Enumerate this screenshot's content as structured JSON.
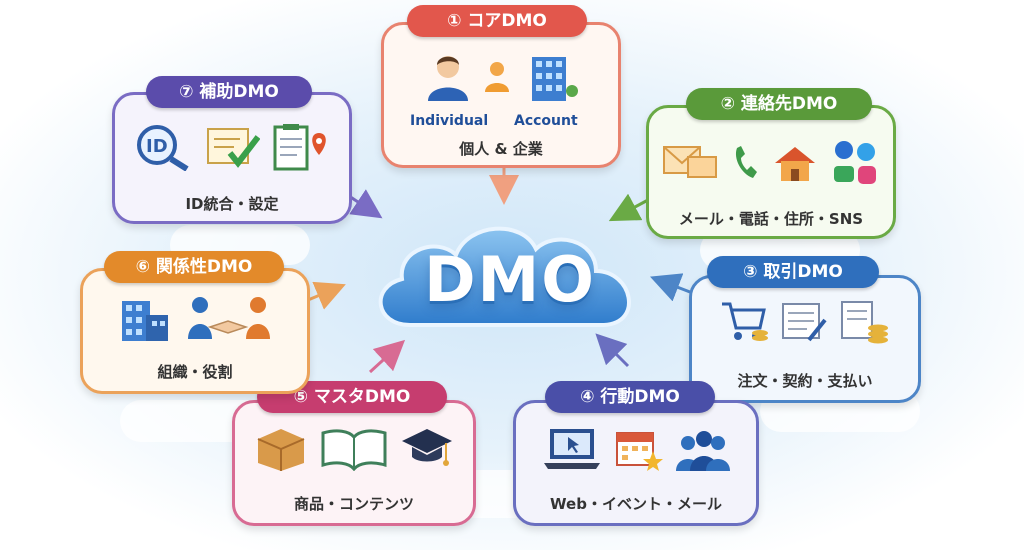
{
  "center": {
    "label": "DMO"
  },
  "nodes": {
    "core": {
      "title": "① コアDMO",
      "caption": "個人 & 企業",
      "sub_individual": "Individual",
      "sub_account": "Account",
      "color": "#e2574c"
    },
    "contact": {
      "title": "② 連絡先DMO",
      "caption": "メール・電話・住所・SNS",
      "color": "#5a9a3a"
    },
    "transaction": {
      "title": "③ 取引DMO",
      "caption": "注文・契約・支払い",
      "color": "#2f6fbd"
    },
    "behavior": {
      "title": "④ 行動DMO",
      "caption": "Web・イベント・メール",
      "color": "#4a4fa8"
    },
    "master": {
      "title": "⑤ マスタDMO",
      "caption": "商品・コンテンツ",
      "color": "#c63d6f"
    },
    "relation": {
      "title": "⑥ 関係性DMO",
      "caption": "組織・役割",
      "color": "#e38a2a"
    },
    "support": {
      "title": "⑦ 補助DMO",
      "caption": "ID統合・設定",
      "color": "#5b4cab"
    }
  }
}
